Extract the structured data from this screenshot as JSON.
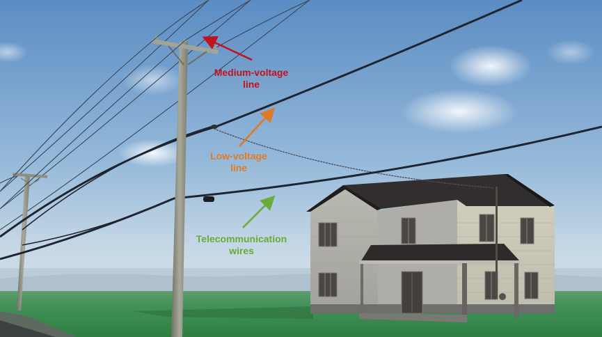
{
  "diagram": {
    "labels": {
      "medium_voltage": {
        "line1": "Medium-voltage",
        "line2": "line",
        "color": "#c2121c"
      },
      "low_voltage": {
        "line1": "Low-voltage",
        "line2": "line",
        "color": "#e07b25"
      },
      "telecom": {
        "line1": "Telecommunication",
        "line2": "wires",
        "color": "#6aab3a"
      }
    },
    "colors": {
      "sky_top": "#5d8ec4",
      "sky_bottom": "#c9dbe8",
      "ground": "#3f8a4f",
      "pole": "#9a9c8c",
      "roof": "#2e2a2a",
      "siding": "#c3c2b8"
    }
  }
}
